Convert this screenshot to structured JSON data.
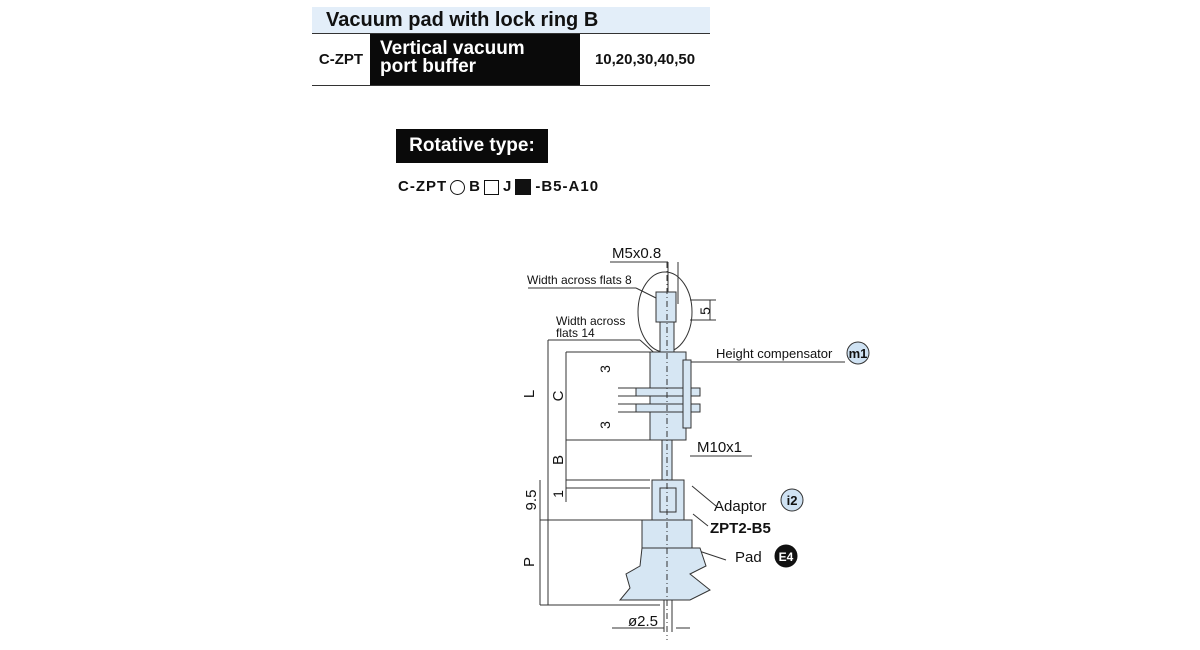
{
  "header": {
    "title": "Vacuum pad with lock ring B",
    "code": "C-ZPT",
    "name_line1": "Vertical vacuum",
    "name_line2": "port buffer",
    "sizes": "10,20,30,40,50"
  },
  "rotative": {
    "badge": "Rotative type:",
    "model_prefix": "C-ZPT",
    "model_b": "B",
    "model_j": "J",
    "model_suffix": "-B5-A10",
    "symbols": [
      "circle",
      "square",
      "filled-square"
    ]
  },
  "drawing": {
    "thread_top": "M5x0.8",
    "width_flats_8": "Width across flats 8",
    "width_flats_14_line1": "Width across",
    "width_flats_14_line2": "flats 14",
    "dim_5": "5",
    "height_comp": "Height compensator",
    "badge_m1": "m1",
    "dim_L": "L",
    "dim_C": "C",
    "dim_3a": "3",
    "dim_3b": "3",
    "thread_m10": "M10x1",
    "dim_B": "B",
    "dim_9_5": "9.5",
    "dim_1": "1",
    "adaptor": "Adaptor",
    "badge_i2": "i2",
    "adaptor_model": "ZPT2-B5",
    "dim_P": "P",
    "pad": "Pad",
    "badge_e4": "E4",
    "dim_dia": "ø2.5"
  },
  "colors": {
    "part_fill": "#d6e6f3",
    "part_stroke": "#333333",
    "badge_fill": "#cfe2f3",
    "title_bg": "#e3eef9"
  }
}
